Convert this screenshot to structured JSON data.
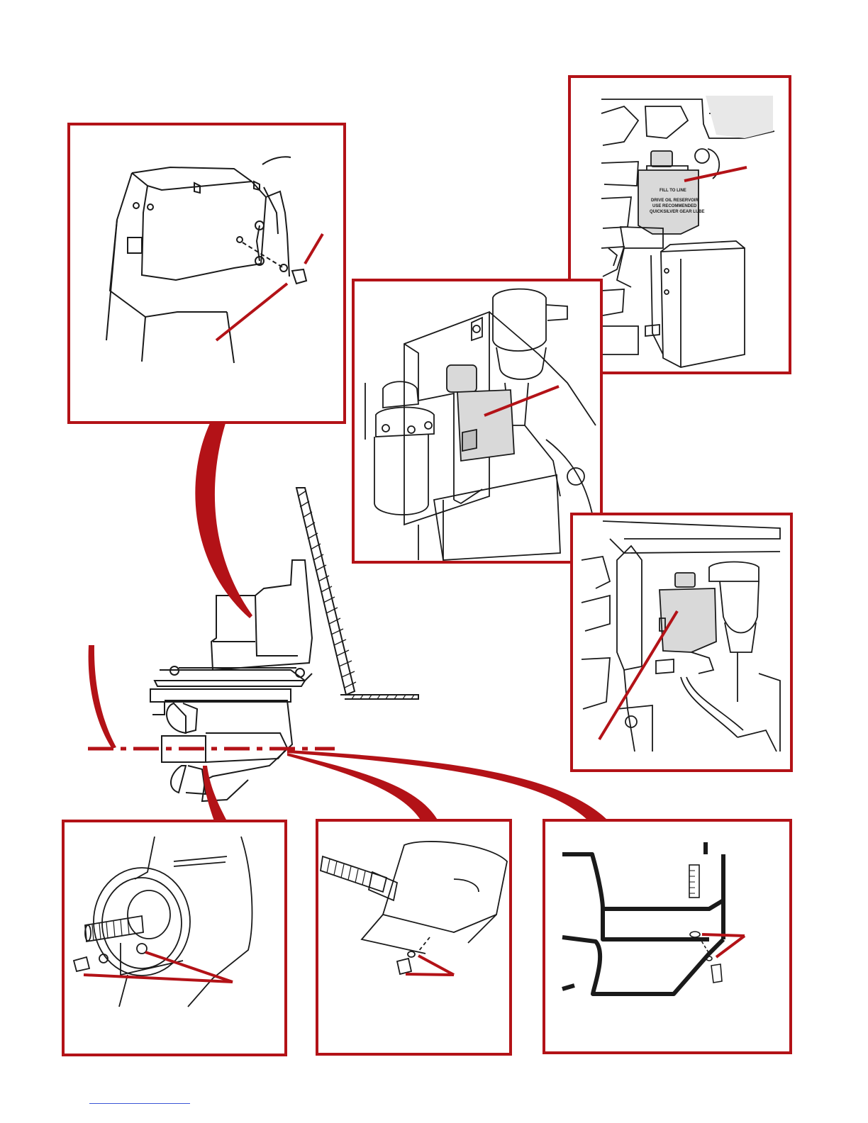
{
  "colors": {
    "accent_red": "#b31217",
    "line": "#1a1a1a",
    "shade": "#d9d9d9",
    "footer_rule": "#3b55d6"
  },
  "panels": [
    {
      "id": "bell-housing-fill",
      "icon": "bell-housing-plug-icon"
    },
    {
      "id": "engine-reservoir-top",
      "icon": "gear-lube-reservoir-icon",
      "label_lines": [
        "FILL TO LINE",
        "DRIVE OIL RESERVOIR",
        "USE RECOMMENDED",
        "QUICKSILVER GEAR LUBE"
      ]
    },
    {
      "id": "engine-reservoir-center",
      "icon": "gear-lube-monitor-icon"
    },
    {
      "id": "engine-reservoir-right",
      "icon": "gear-lube-bottle-icon"
    },
    {
      "id": "propshaft-drain",
      "icon": "propshaft-drain-plug-icon"
    },
    {
      "id": "gearcase-vent-drain",
      "icon": "gearcase-drain-screw-icon"
    },
    {
      "id": "gearcase-side-plug",
      "icon": "gearcase-side-plug-icon"
    }
  ]
}
